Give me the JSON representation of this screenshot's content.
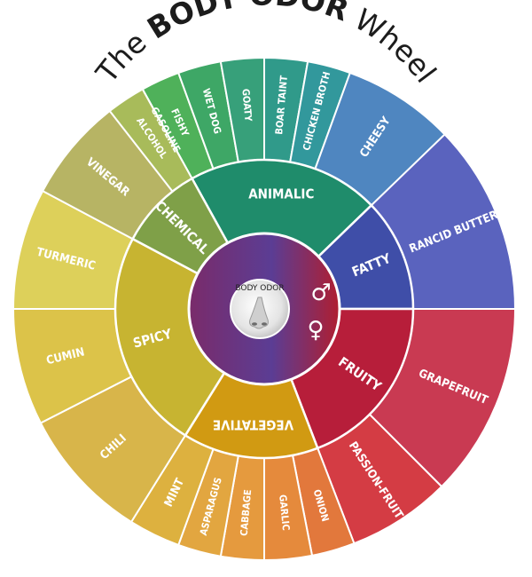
{
  "title": {
    "prefix": "The ",
    "emphasis": "BODY ODOR",
    "suffix": " Wheel"
  },
  "center": {
    "label": "BODY ODOR",
    "icon": "nose-icon",
    "male_symbol": "♂",
    "female_symbol": "♀",
    "colors": {
      "male": "#3d4aa3",
      "female": "#b01e30",
      "mixed": "#7a2b6a"
    }
  },
  "categories": [
    {
      "id": "animalic",
      "label": "ANIMALIC",
      "color": "#1f8c6b"
    },
    {
      "id": "fatty",
      "label": "FATTY",
      "color": "#3f4ea8"
    },
    {
      "id": "fruity",
      "label": "FRUITY",
      "color": "#b71e3a"
    },
    {
      "id": "vegetative",
      "label": "VEGETATIVE",
      "color": "#d19a12"
    },
    {
      "id": "spicy",
      "label": "SPICY",
      "color": "#c7b431"
    },
    {
      "id": "chemical",
      "label": "CHEMICAL",
      "color": "#7fa048"
    }
  ],
  "descriptors": [
    {
      "label": "FISHY",
      "category": "animalic",
      "color": "#4fb15a"
    },
    {
      "label": "WET DOG",
      "category": "animalic",
      "color": "#3ea766"
    },
    {
      "label": "GOATY",
      "category": "animalic",
      "color": "#37a07a"
    },
    {
      "label": "BOAR TAINT",
      "category": "animalic",
      "color": "#309a8a"
    },
    {
      "label": "CHICKEN BROTH",
      "category": "animalic",
      "color": "#32989c"
    },
    {
      "label": "CHEESY",
      "category": "fatty",
      "color": "#4f86c0"
    },
    {
      "label": "RANCID BUTTER",
      "category": "fatty",
      "color": "#5a63be"
    },
    {
      "label": "GRAPEFRUIT",
      "category": "fruity",
      "color": "#c93a52"
    },
    {
      "label": "PASSION-FRUIT",
      "category": "fruity",
      "color": "#d43c44"
    },
    {
      "label": "ONION",
      "category": "vegetative",
      "color": "#e2783c"
    },
    {
      "label": "GARLIC",
      "category": "vegetative",
      "color": "#e58a3c"
    },
    {
      "label": "CABBAGE",
      "category": "vegetative",
      "color": "#e59a3e"
    },
    {
      "label": "ASPARAGUS",
      "category": "vegetative",
      "color": "#e2a640"
    },
    {
      "label": "MINT",
      "category": "vegetative",
      "color": "#ddb13f"
    },
    {
      "label": "CHILI",
      "category": "spicy",
      "color": "#d8b54a"
    },
    {
      "label": "CUMIN",
      "category": "spicy",
      "color": "#dcc349"
    },
    {
      "label": "TURMERIC",
      "category": "spicy",
      "color": "#ddd05a"
    },
    {
      "label": "VINEGAR",
      "category": "chemical",
      "color": "#b7b464"
    },
    {
      "label": "ALCOHOL",
      "category": "chemical",
      "color": "#a8bb5a"
    },
    {
      "label": "GASOLINE",
      "category": "chemical",
      "color": "#9fc25b"
    }
  ]
}
